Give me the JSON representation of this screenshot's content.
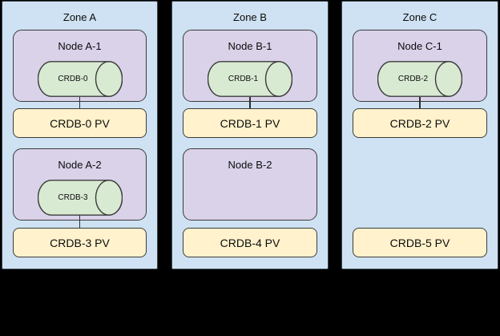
{
  "palette": {
    "background": "#000000",
    "zone_fill": "#cfe2f3",
    "node_fill": "#d9d2e9",
    "disk_fill": "#d9ead3",
    "pv_fill": "#fff2cc",
    "stroke": "#3c3c3c"
  },
  "zones": [
    {
      "label": "Zone A",
      "nodes": [
        {
          "label": "Node A-1",
          "disk": "CRDB-0",
          "pv": "CRDB-0 PV"
        },
        {
          "label": "Node A-2",
          "disk": "CRDB-3",
          "pv": "CRDB-3 PV"
        }
      ]
    },
    {
      "label": "Zone B",
      "nodes": [
        {
          "label": "Node B-1",
          "disk": "CRDB-1",
          "pv": "CRDB-1 PV"
        },
        {
          "label": "Node B-2",
          "disk": null,
          "pv": "CRDB-4 PV"
        }
      ]
    },
    {
      "label": "Zone C",
      "nodes": [
        {
          "label": "Node C-1",
          "disk": "CRDB-2",
          "pv": "CRDB-2 PV"
        },
        {
          "label": null,
          "disk": null,
          "pv": "CRDB-5 PV"
        }
      ]
    }
  ]
}
